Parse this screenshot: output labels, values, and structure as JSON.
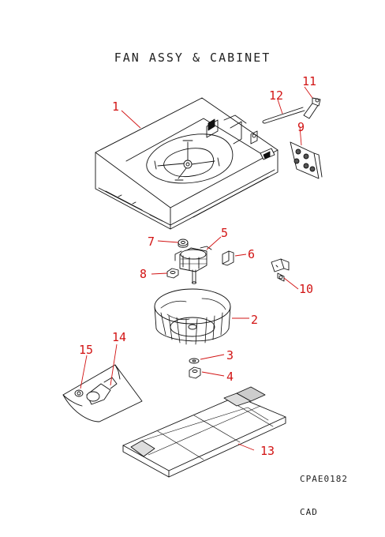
{
  "diagram": {
    "title": "FAN ASSY & CABINET",
    "drawing_code": "CPAE0182",
    "footer_label": "CAD",
    "accent_color": "#d21414",
    "line_color": "#111111",
    "parts": [
      {
        "id": "cabinet",
        "number": "1"
      },
      {
        "id": "fan-wheel",
        "number": "2"
      },
      {
        "id": "washer",
        "number": "3"
      },
      {
        "id": "nut",
        "number": "4"
      },
      {
        "id": "motor",
        "number": "5"
      },
      {
        "id": "connector",
        "number": "6"
      },
      {
        "id": "cap-nut",
        "number": "7"
      },
      {
        "id": "nut-small",
        "number": "8"
      },
      {
        "id": "bracket-plate",
        "number": "9"
      },
      {
        "id": "switch-clip",
        "number": "10"
      },
      {
        "id": "pin",
        "number": "11"
      },
      {
        "id": "rod",
        "number": "12"
      },
      {
        "id": "filter-panel",
        "number": "13"
      },
      {
        "id": "bag",
        "number": "14"
      },
      {
        "id": "screw-pack",
        "number": "15"
      }
    ]
  }
}
